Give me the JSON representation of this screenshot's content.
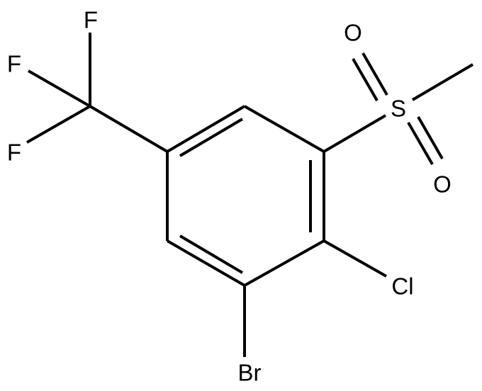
{
  "molecule": {
    "atoms": {
      "f_top": "F",
      "f_middle": "F",
      "f_bottom": "F",
      "o_top": "O",
      "sulfur": "S",
      "o_bottom": "O",
      "chlorine": "Cl",
      "bromine": "Br"
    }
  }
}
